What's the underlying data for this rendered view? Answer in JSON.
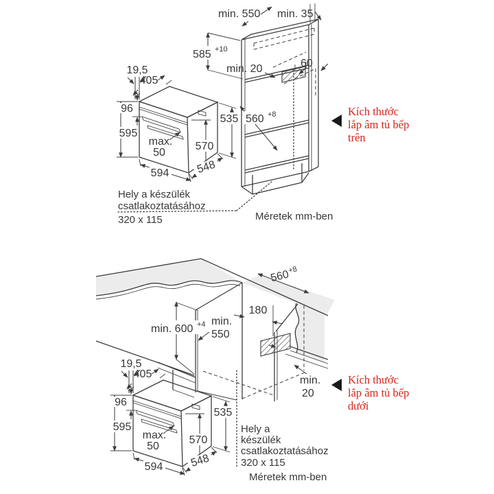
{
  "colors": {
    "line": "#3d3d3d",
    "text": "#383838",
    "red_accent": "#d9251d",
    "counter_fill": "#ececec"
  },
  "top": {
    "cabinet": {
      "min550": "min. 550",
      "min35": "min. 35",
      "niche_h": "585",
      "niche_h_sup": "+10",
      "min20": "min. 20",
      "vent60": "60",
      "depth560": "560",
      "depth560_sup": "+8"
    },
    "oven": {
      "d195": "19,5",
      "d405": "405",
      "d96": "96",
      "d595": "595",
      "dmax": "max.",
      "d50": "50",
      "d570": "570",
      "d535": "535",
      "d594": "594",
      "d548": "548"
    },
    "note1": "Hely a készülék",
    "note2": "csatlakoztatásához",
    "note3": "320 x 115",
    "units": "Méretek mm-ben",
    "callout1": "Kích thước",
    "callout2": "lắp âm tủ bếp",
    "callout3": "trên"
  },
  "bottom": {
    "dims": {
      "depth560": "560",
      "depth560_sup": "+8",
      "gap180": "180",
      "min_word": "min.",
      "v550": "550",
      "h600": "min. 600",
      "h600_sup": "+4",
      "min20a": "min.",
      "min20b": "20"
    },
    "oven": {
      "d195": "19,5",
      "d405": "405",
      "d96": "96",
      "d595": "595",
      "dmax": "max.",
      "d50": "50",
      "d570": "570",
      "d535": "535",
      "d594": "594",
      "d548": "548"
    },
    "note1": "Hely a",
    "note2": "készülék",
    "note3": "csatlakoztatásához",
    "note4": "320 x 115",
    "units": "Méretek mm-ben",
    "callout1": "Kích thước",
    "callout2": "lắp âm tủ bếp",
    "callout3": "dưới"
  }
}
